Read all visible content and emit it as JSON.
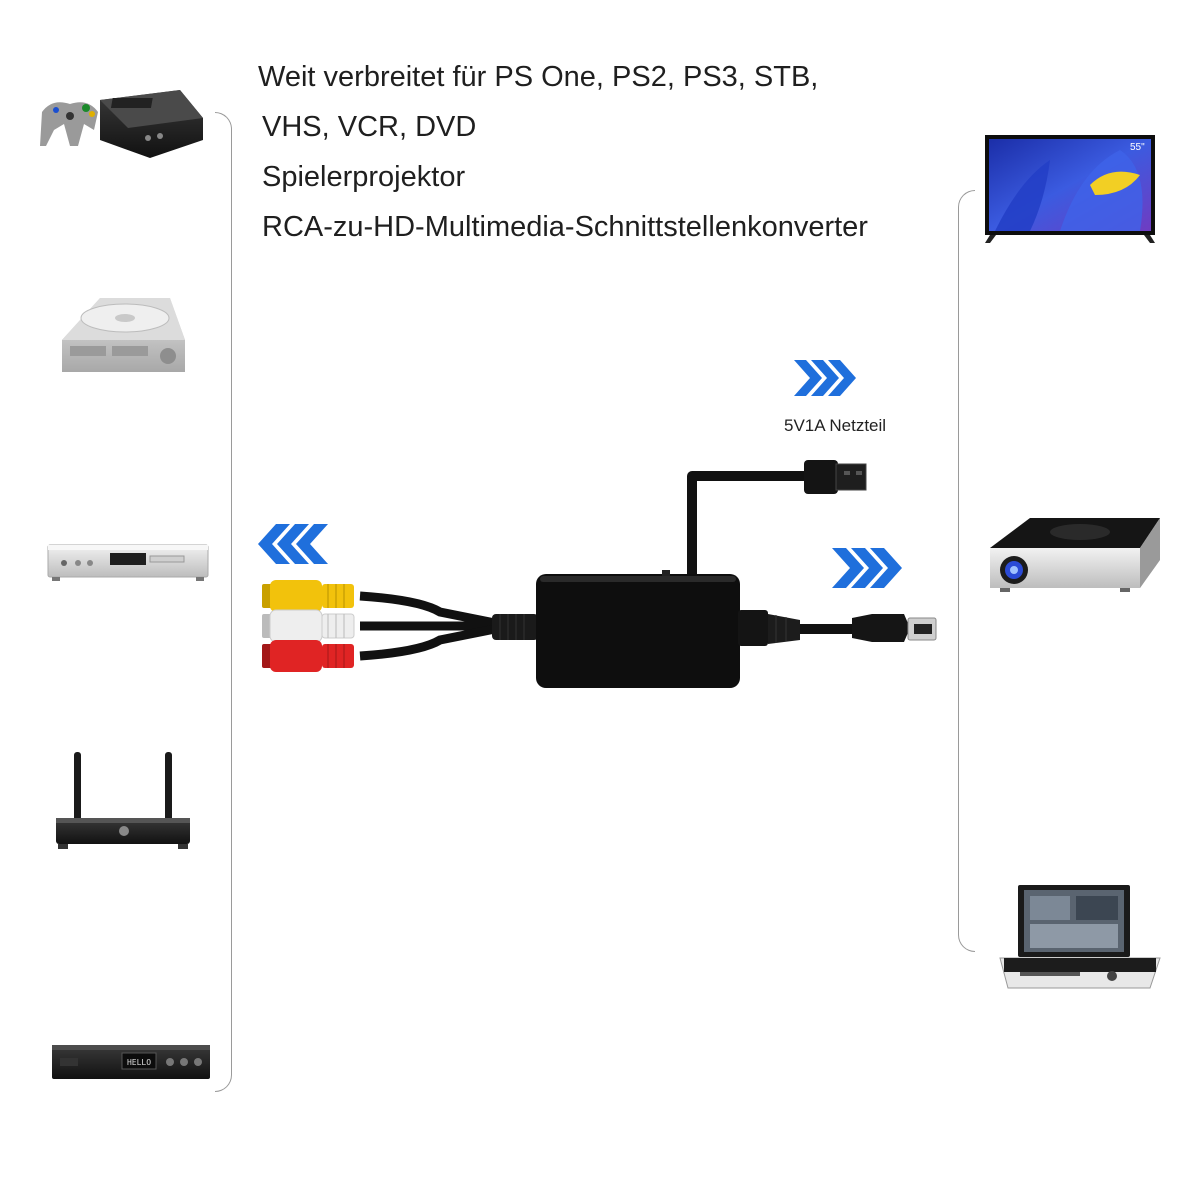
{
  "headline": {
    "line1": "Weit verbreitet für PS One, PS2, PS3, STB,",
    "line2": "VHS, VCR, DVD",
    "line3": "Spielerprojektor",
    "line4": "RCA-zu-HD-Multimedia-Schnittstellenkonverter"
  },
  "power_label": "5V1A Netzteil",
  "tv_badge": "55\"",
  "colors": {
    "arrow_blue": "#1f6fdc",
    "rca_yellow": "#f2c20c",
    "rca_white": "#eeeeee",
    "rca_red": "#e02424",
    "cable_black": "#111111"
  },
  "icons": {
    "left_devices": [
      "n64-console-icon",
      "ps-one-console-icon",
      "dvd-player-icon",
      "wifi-router-icon",
      "set-top-box-icon"
    ],
    "right_devices": [
      "tv-icon",
      "projector-icon",
      "portable-dvd-player-icon"
    ],
    "arrows": [
      "input-arrows-left-icon",
      "output-arrows-right-icon",
      "power-arrows-right-icon"
    ]
  }
}
